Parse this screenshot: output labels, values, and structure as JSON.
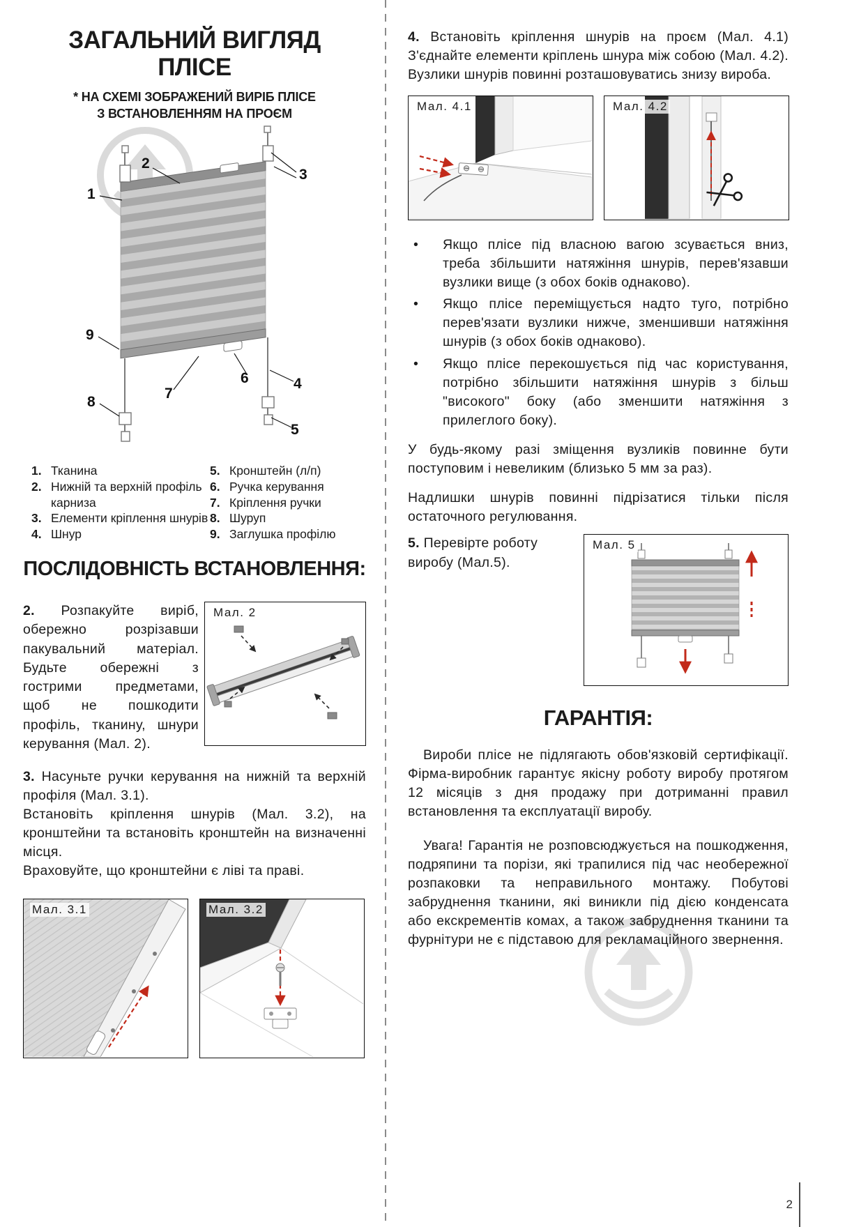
{
  "left": {
    "title_line1": "ЗАГАЛЬНИЙ ВИГЛЯД",
    "title_line2": "ПЛІСЕ",
    "subtitle_line1": "* НА СХЕМІ ЗОБРАЖЕНИЙ ВИРІБ ПЛІСЕ",
    "subtitle_line2": "З ВСТАНОВЛЕННЯМ НА ПРОЄМ",
    "diagram_numbers": [
      "1",
      "2",
      "3",
      "4",
      "5",
      "6",
      "7",
      "8",
      "9"
    ],
    "legend_col1": [
      {
        "num": "1.",
        "text": "Тканина"
      },
      {
        "num": "2.",
        "text": "Нижній та верхній профіль карниза"
      },
      {
        "num": "3.",
        "text": "Елементи кріплення шнурів"
      },
      {
        "num": "4.",
        "text": "Шнур"
      }
    ],
    "legend_col2": [
      {
        "num": "5.",
        "text": "Кронштейн (л/п)"
      },
      {
        "num": "6.",
        "text": "Ручка керування"
      },
      {
        "num": "7.",
        "text": "Кріплення ручки"
      },
      {
        "num": "8.",
        "text": "Шуруп"
      },
      {
        "num": "9.",
        "text": "Заглушка профілю"
      }
    ],
    "sequence_title": "ПОСЛІДОВНІСТЬ ВСТАНОВЛЕННЯ:",
    "step2_num": "2.",
    "step2_text": "Розпакуйте виріб, обережно розрізавши пакувальний матеріал. Будьте обережні з гострими предметами, щоб не пошкодити профіль, тканину, шнури керування (Мал. 2).",
    "fig2_label": "Мал. 2",
    "step3_num": "3.",
    "step3_line1": "Насуньте ручки керування на нижній та верхній профіля (Мал. 3.1).",
    "step3_line2": "Встановіть кріплення шнурів (Мал. 3.2), на кронштейни та встановіть кронштейн на визначенні місця.",
    "step3_line3": "Враховуйте, що кронштейни є ліві та праві.",
    "fig31_label": "Мал. 3.1",
    "fig32_label": "Мал. 3.2"
  },
  "right": {
    "step4_num": "4.",
    "step4_text": "Встановіть кріплення шнурів на проєм (Мал. 4.1) З'єднайте елементи кріплень шнура між собою (Мал. 4.2). Вузлики шнурів повинні розташовуватись знизу вироба.",
    "fig41_label": "Мал. 4.1",
    "fig42_label": "Мал. 4.2",
    "bullets": [
      "Якщо плісе під власною вагою зсувається вниз, треба збільшити натяжіння шнурів, перев'язавши вузлики вище (з обох боків однаково).",
      "Якщо плісе переміщується надто туго, потрібно перев'язати вузлики нижче, зменшивши натяжіння шнурів (з обох боків однаково).",
      "Якщо плісе перекошується під час користування, потрібно збільшити натяжіння шнурів з більш \"високого\" боку (або зменшити натяжіння з прилеглого боку)."
    ],
    "note1": "У будь-якому разі зміщення вузликів повинне бути поступовим і невеликим (близько 5 мм за раз).",
    "note2": "Надлишки шнурів повинні підрізатися тільки після остаточного регулювання.",
    "step5_num": "5.",
    "step5_text": "Перевірте роботу виробу (Мал.5).",
    "fig5_label": "Мал. 5",
    "warranty_title": "ГАРАНТІЯ:",
    "warranty_p1": "Вироби плісе не підлягають обов'язковій сертифікації. Фірма-виробник гарантує якісну роботу виробу протягом 12 місяців з дня продажу при дотриманні правил встановлення та експлуатації виробу.",
    "warranty_p2": "Увага! Гарантія не розповсюджується на пошкодження, подряпини та порізи, які трапилися під час необережної розпаковки та неправильного монтажу. Побутові забруднення тканини, які виникли під дією конденсата або екскрементів комах, а також забруднення тканини та фурнітури не є підставою для рекламаційного звернення."
  },
  "colors": {
    "accent_red": "#c22a1a",
    "rail_gray": "#939393",
    "pleat_light": "#cbcbcb",
    "pleat_dark": "#a9a9a9"
  },
  "page_number": "2"
}
